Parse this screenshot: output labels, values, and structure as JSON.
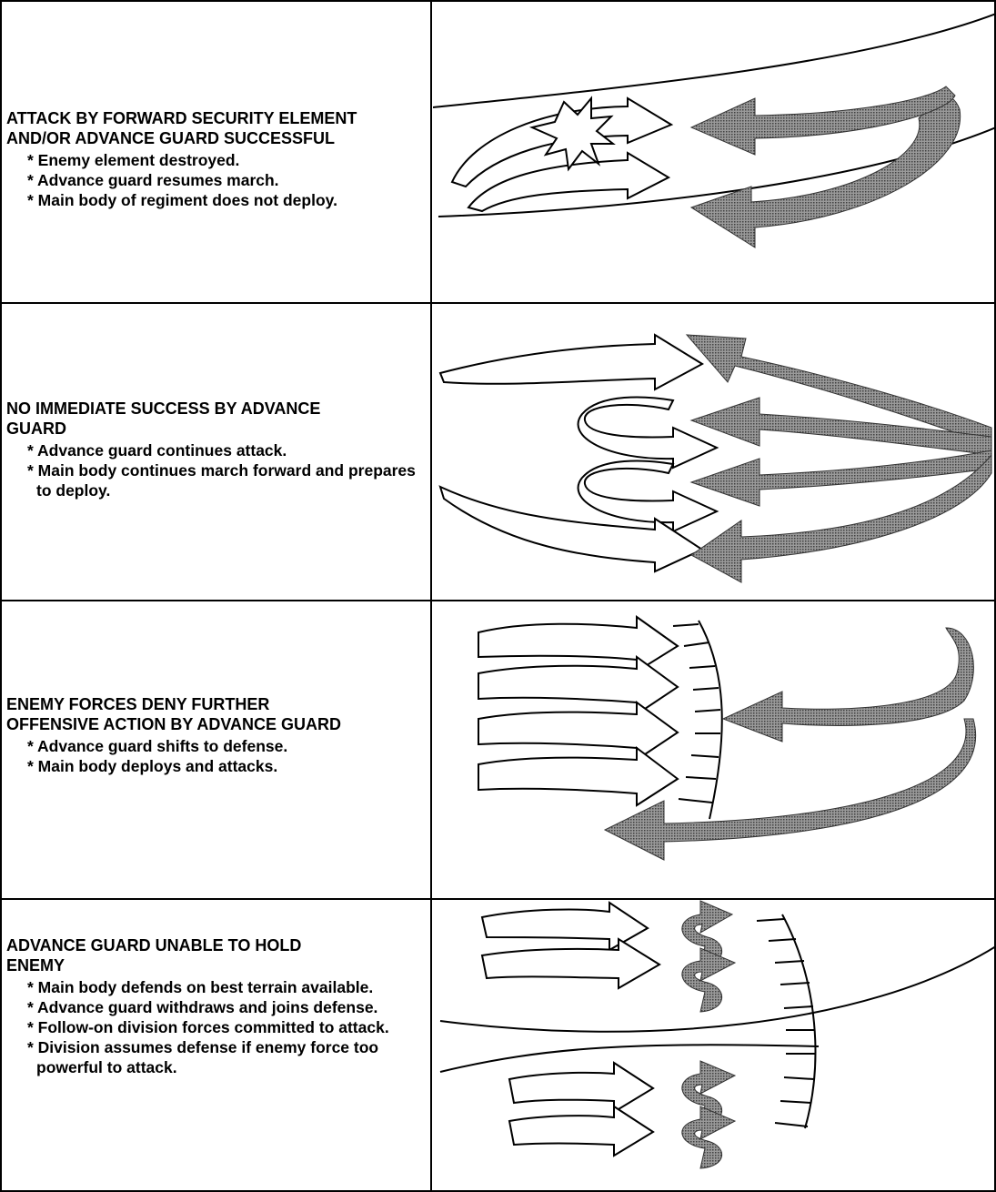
{
  "panels": [
    {
      "heading": "ATTACK BY FORWARD SECURITY ELEMENT\nAND/OR ADVANCE GUARD SUCCESSFUL",
      "bullets": [
        "* Enemy element destroyed.",
        "* Advance guard resumes march.",
        "* Main body of regiment does not deploy."
      ]
    },
    {
      "heading": "NO IMMEDIATE SUCCESS BY ADVANCE\nGUARD",
      "bullets": [
        "* Advance guard continues attack.",
        "* Main body continues march forward and prepares to deploy."
      ]
    },
    {
      "heading": "ENEMY FORCES DENY FURTHER\nOFFENSIVE ACTION BY ADVANCE GUARD",
      "bullets": [
        "* Advance guard shifts to defense.",
        "* Main body deploys and attacks."
      ]
    },
    {
      "heading": "ADVANCE GUARD UNABLE TO HOLD\nENEMY",
      "bullets": [
        "* Main body defends on best terrain available.",
        "* Advance guard withdraws and joins defense.",
        "* Follow-on division forces committed to attack.",
        "* Division assumes defense if enemy force too powerful to attack."
      ]
    }
  ],
  "colors": {
    "line": "#000000",
    "shaded_arrow_fill": "#7a7a7a",
    "background": "#ffffff"
  },
  "icons": [
    "hollow-arrow",
    "shaded-arrow",
    "explosion-icon",
    "defensive-line",
    "spiral-arrow",
    "road-line"
  ]
}
